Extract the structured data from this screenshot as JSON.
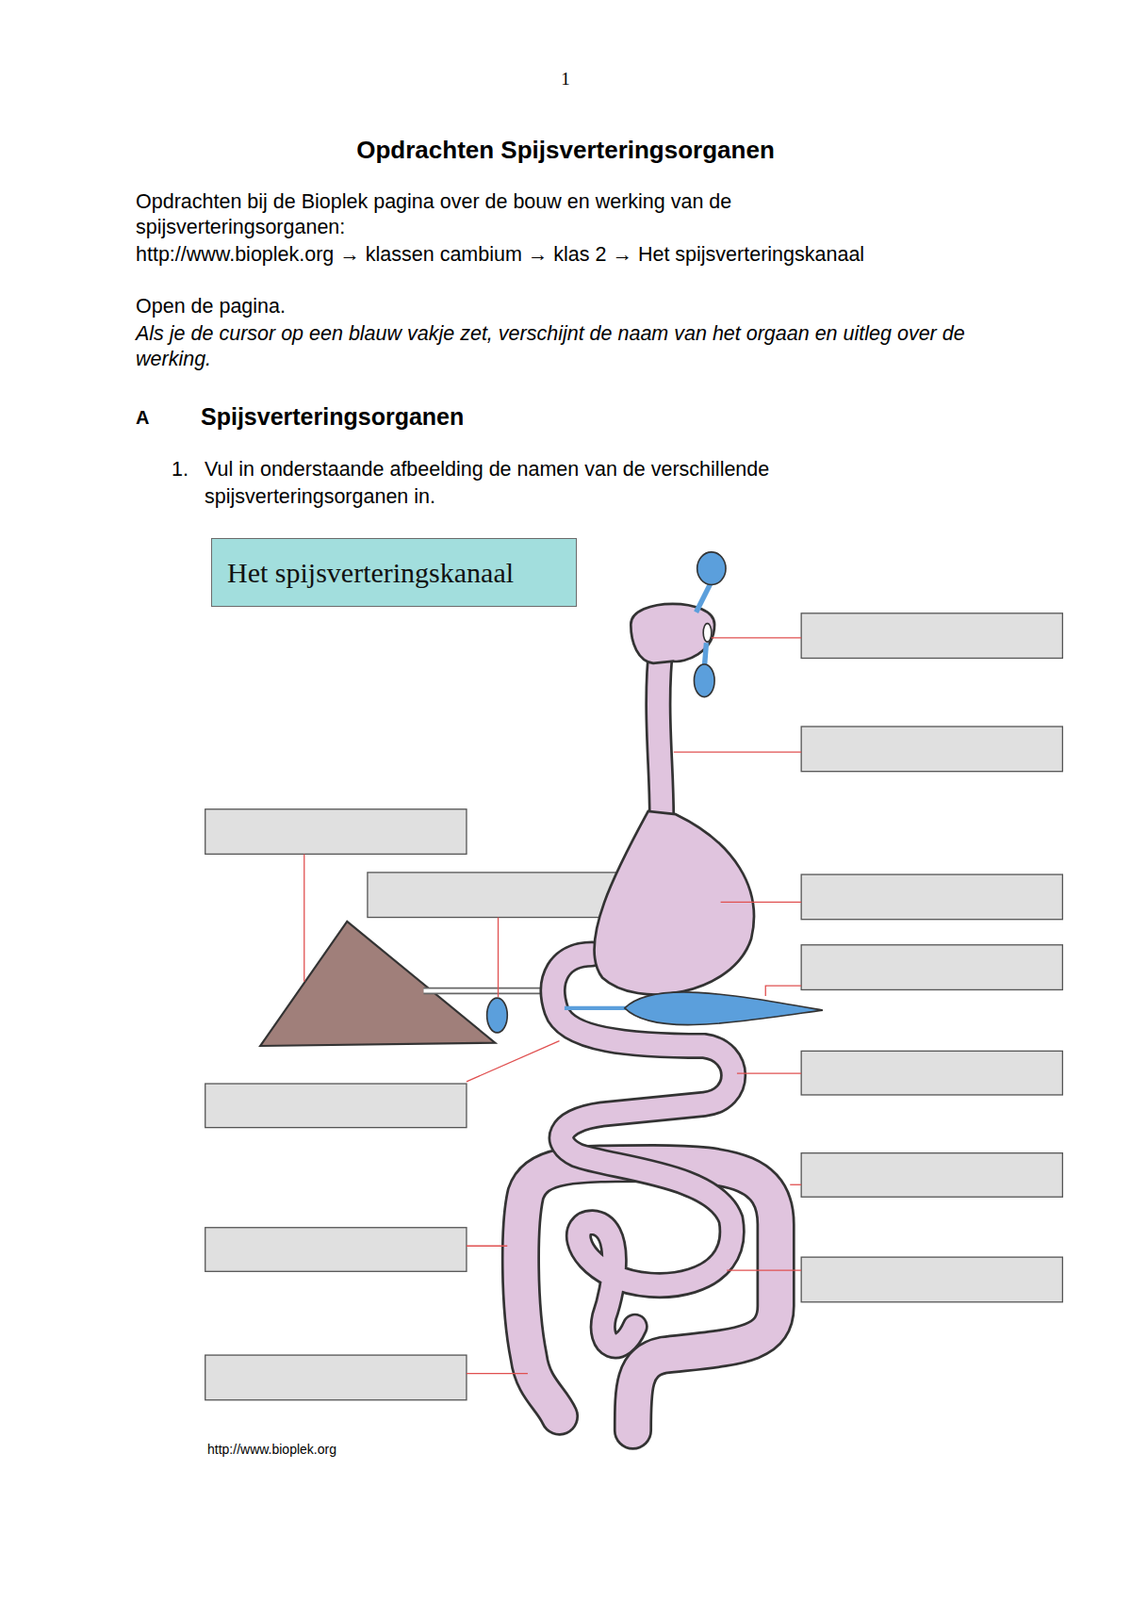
{
  "diagram": {
    "title": "Opdrachten Spijsverteringsorganen",
    "nodes": [
      {
        "text": [
          "Het spijsverteringskanaal"
        ]
      }
    ],
    "labels": [
      "1",
      "Opdrachten bij de Bioplek pagina over de bouw en werking van de spijsverteringsorganen:",
      "http://www.bioplek.org → klassen cambium → klas 2 → Het spijsverteringskanaal",
      "Open de pagina.",
      "Als je de cursor op een blauw vakje zet, verschijnt de naam van het orgaan en uitleg over de werking.",
      "A",
      "Spijsverteringsorganen",
      "1.",
      "Vul in onderstaande afbeelding de namen van de verschillende spijsverteringsorganen in.",
      "http://www.bioplek.org"
    ]
  }
}
